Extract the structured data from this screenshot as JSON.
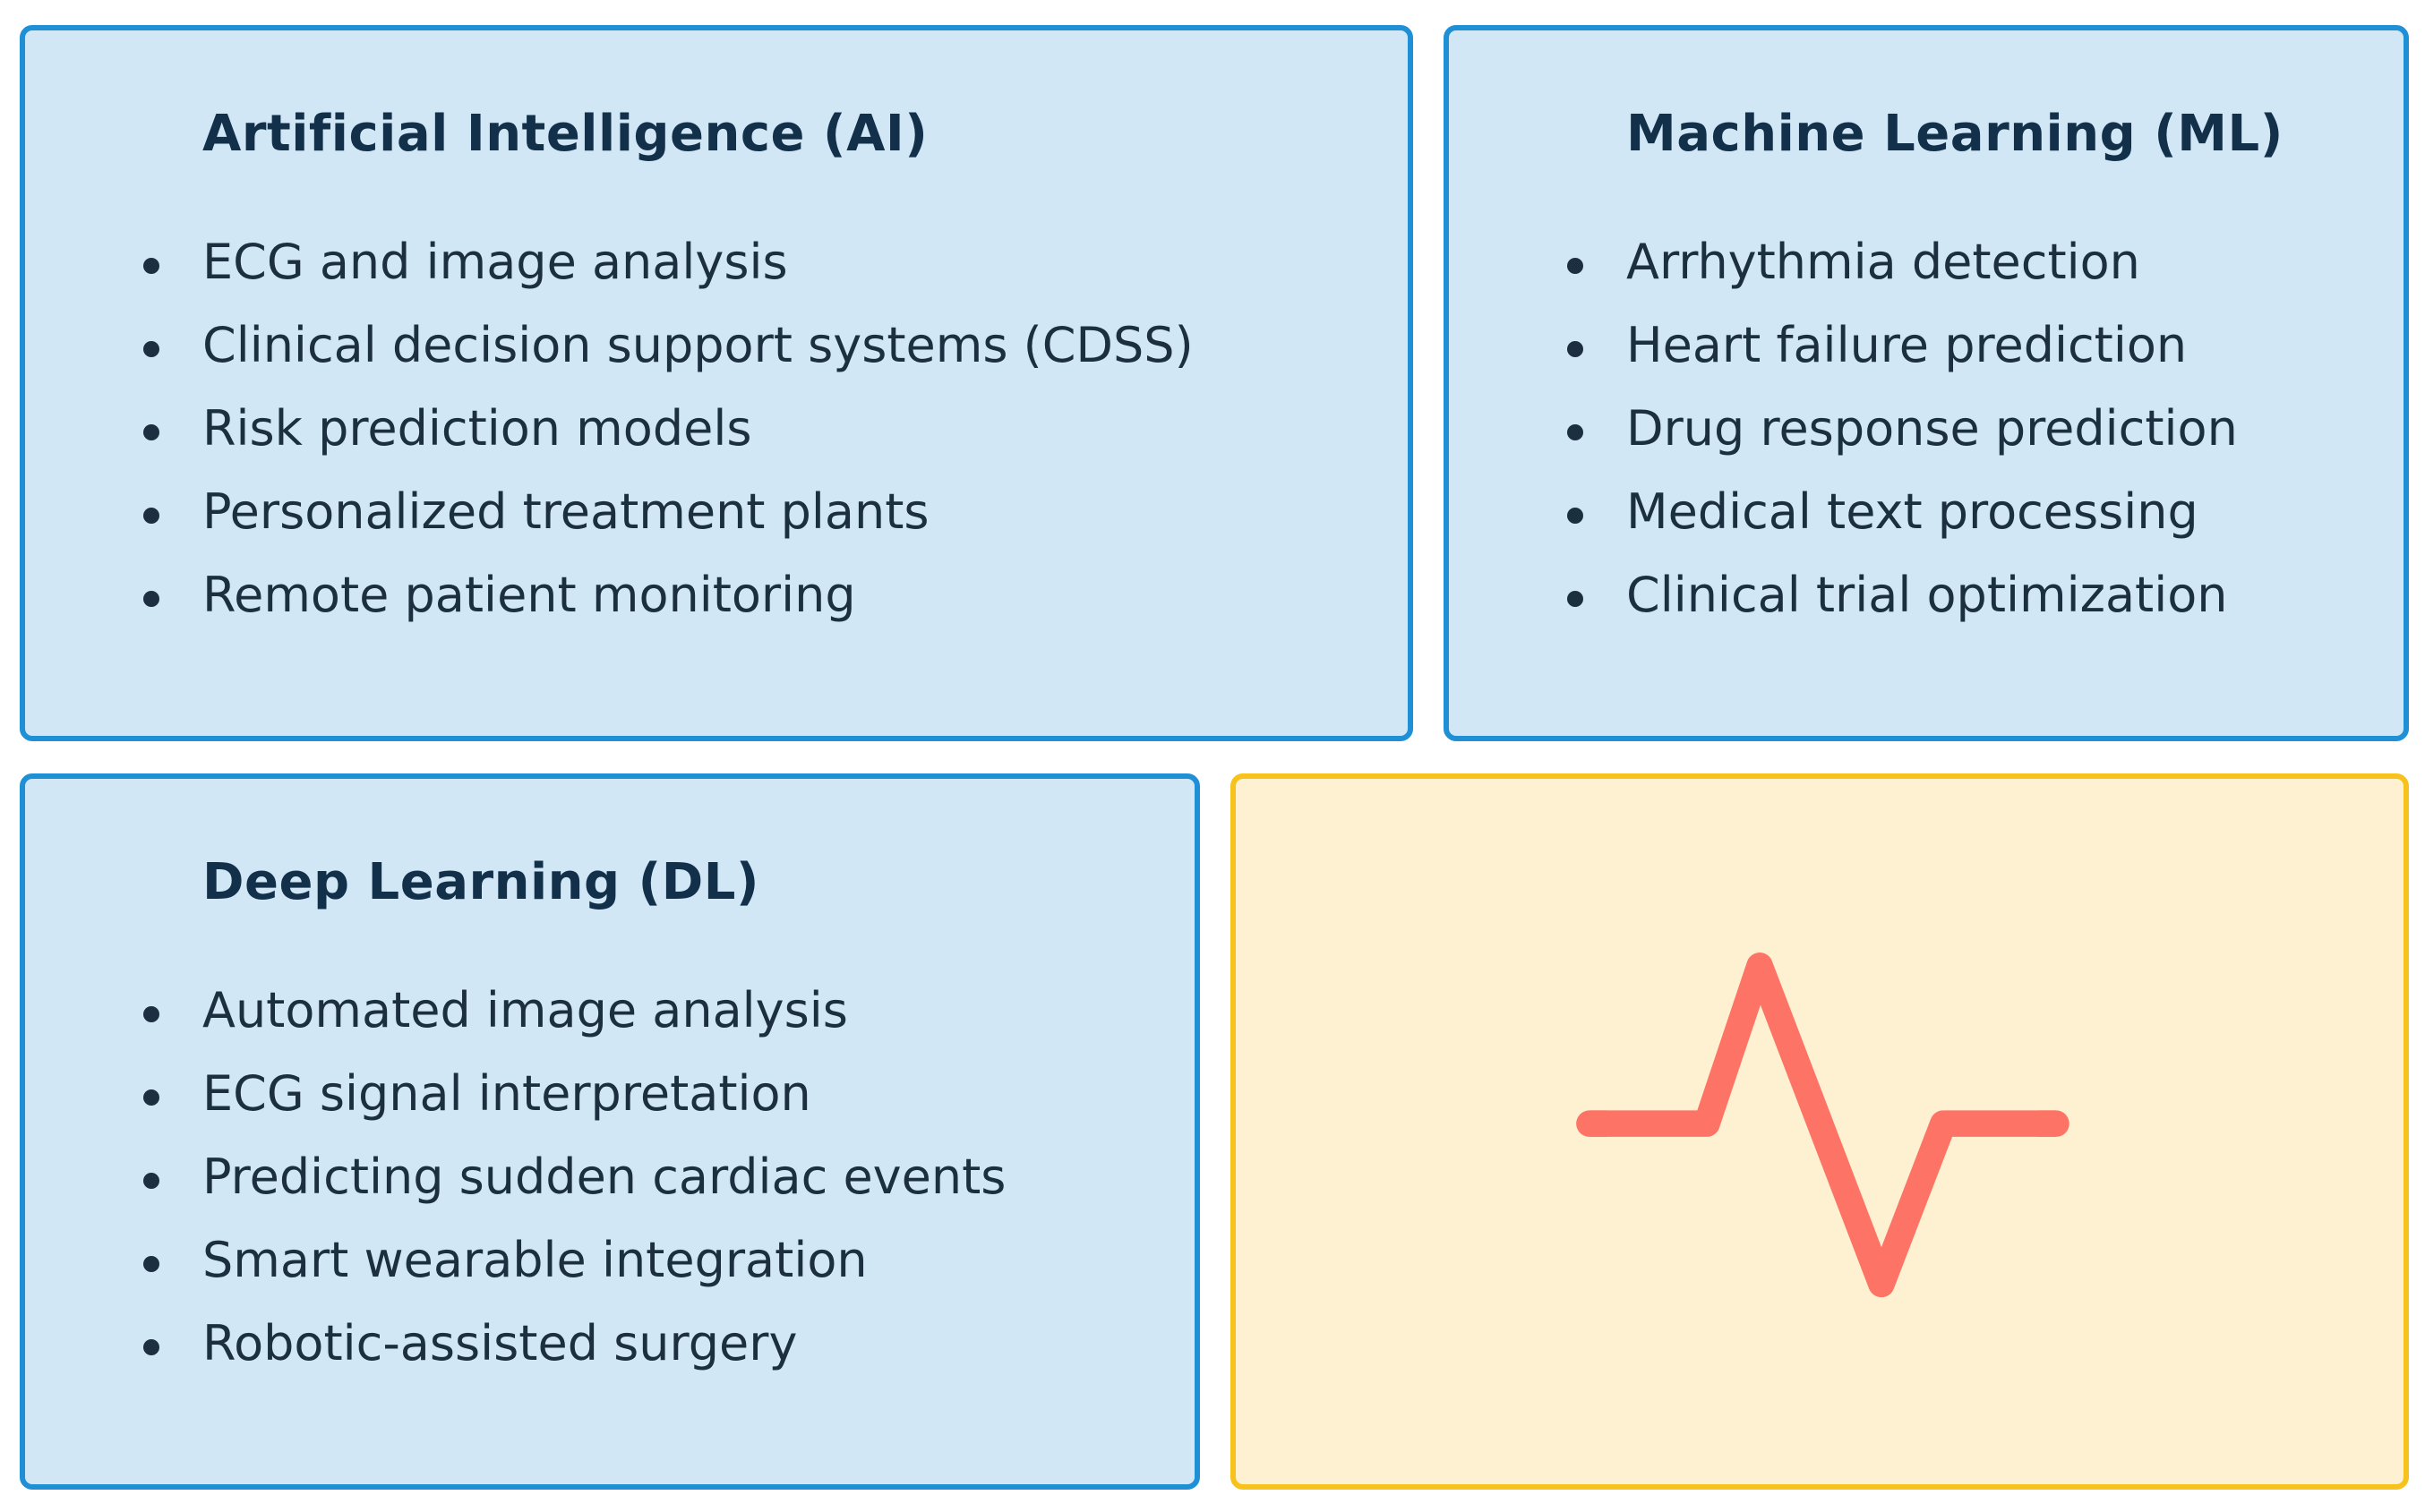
{
  "panels": {
    "ai": {
      "title": "Artificial Intelligence (AI)",
      "items": [
        "ECG and image analysis",
        "Clinical decision support systems (CDSS)",
        "Risk prediction models",
        "Personalized treatment plants",
        "Remote patient monitoring"
      ]
    },
    "ml": {
      "title": "Machine Learning (ML)",
      "items": [
        "Arrhythmia detection",
        "Heart failure prediction",
        "Drug response prediction",
        "Medical text processing",
        "Clinical trial optimization"
      ]
    },
    "dl": {
      "title": "Deep Learning (DL)",
      "items": [
        "Automated image analysis",
        "ECG signal interpretation",
        "Predicting sudden cardiac events",
        "Smart wearable integration",
        "Robotic-assisted surgery"
      ]
    },
    "ecg": {
      "icon": "heartbeat-icon"
    }
  },
  "colors": {
    "panel_border": "#1f8fd6",
    "panel_fill": "#d2e7f6",
    "accent_border": "#f7c21c",
    "accent_fill": "#fdf1d2",
    "icon_stroke": "#fd7466",
    "text": "#1c2f40"
  }
}
